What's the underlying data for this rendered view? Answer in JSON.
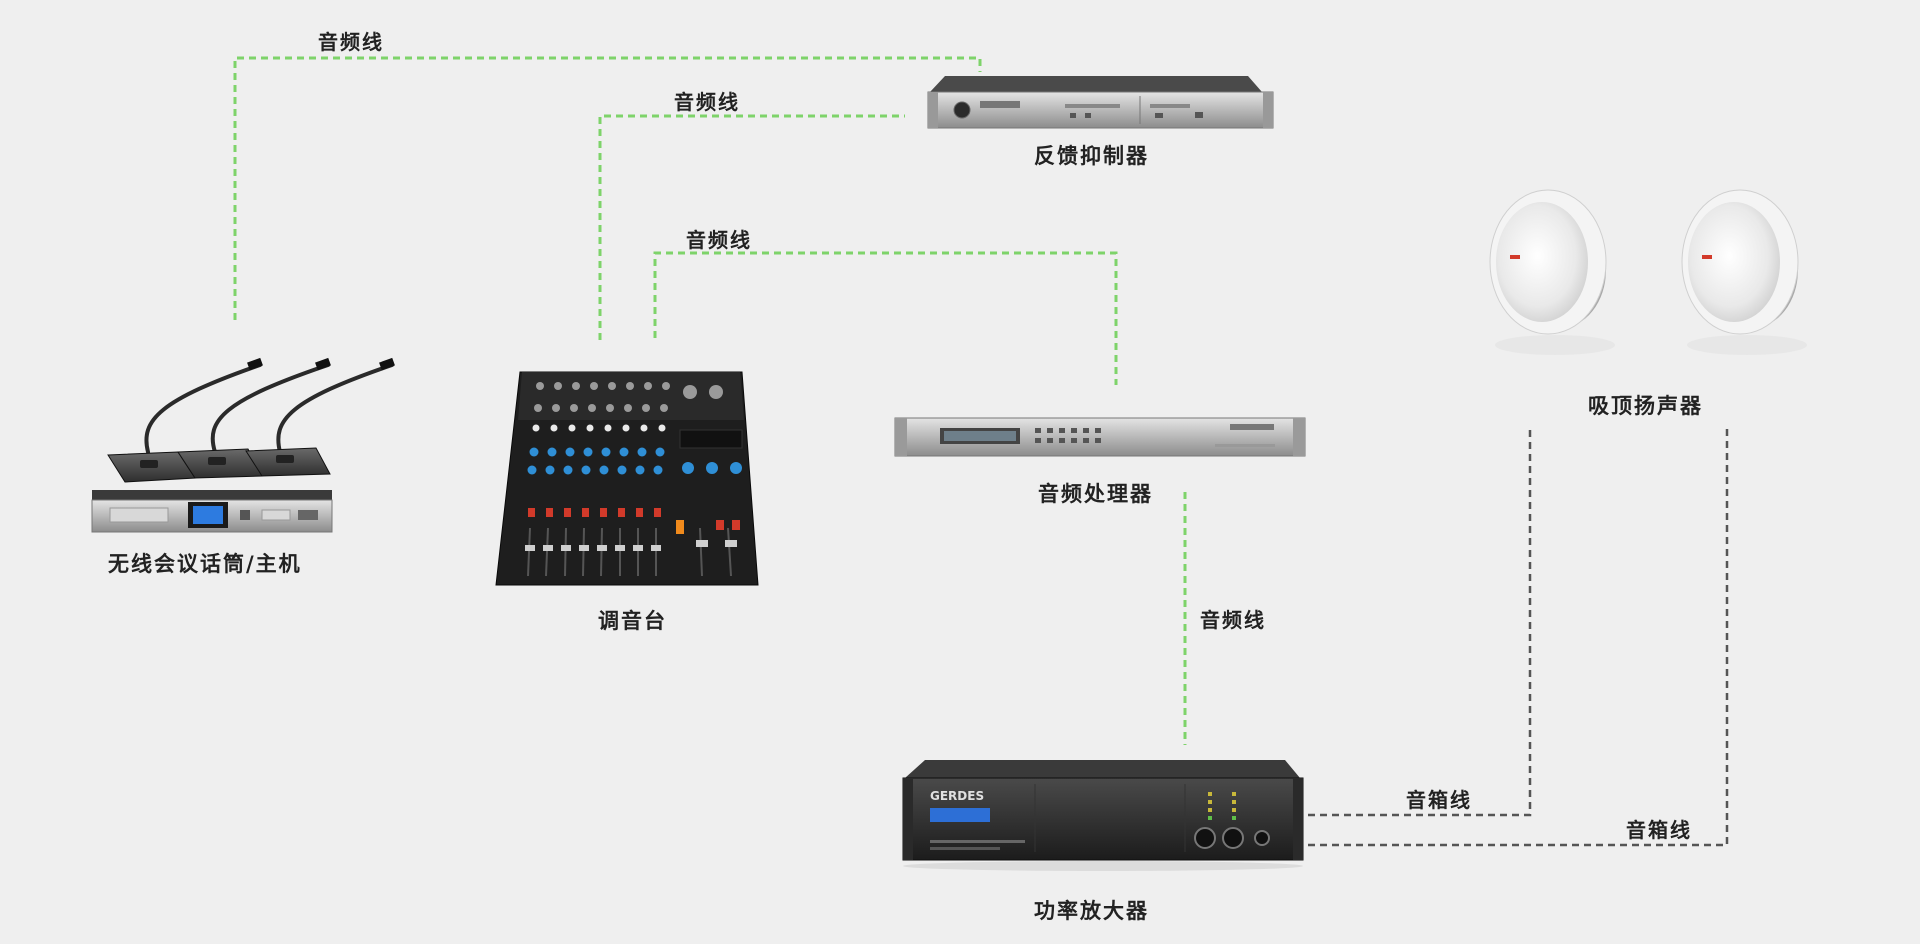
{
  "devices": {
    "feedback_suppressor": {
      "label": "反馈抑制器"
    },
    "mixer": {
      "label": "调音台"
    },
    "audio_processor": {
      "label": "音频处理器"
    },
    "wireless_mic_system": {
      "label": "无线会议话筒/主机"
    },
    "ceiling_speakers": {
      "label": "吸顶扬声器"
    },
    "power_amplifier": {
      "label": "功率放大器",
      "brand": "GERDES"
    }
  },
  "cables": {
    "mic_to_suppressor": "音频线",
    "mixer_to_suppressor": "音频线",
    "mixer_to_processor": "音频线",
    "processor_to_amp": "音频线",
    "amp_to_speaker_1": "音箱线",
    "amp_to_speaker_2": "音箱线"
  },
  "colors": {
    "background": "#efefef",
    "audio_cable": "#7ed36a",
    "speaker_cable": "#555555"
  }
}
